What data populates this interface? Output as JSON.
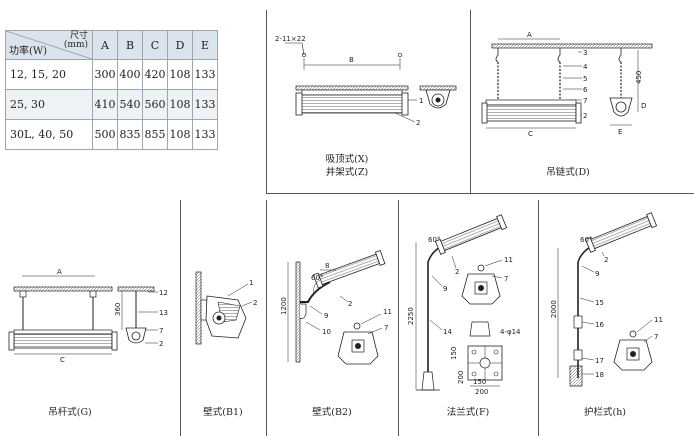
{
  "table": {
    "corner_unit": "尺寸\n(mm)",
    "corner_power": "功率(W)",
    "columns": [
      "A",
      "B",
      "C",
      "D",
      "E"
    ],
    "rows": [
      {
        "power": "12, 15, 20",
        "values": [
          "300",
          "400",
          "420",
          "108",
          "133"
        ]
      },
      {
        "power": "25, 30",
        "values": [
          "410",
          "540",
          "560",
          "108",
          "133"
        ]
      },
      {
        "power": "30L, 40, 50",
        "values": [
          "500",
          "835",
          "855",
          "108",
          "133"
        ]
      }
    ]
  },
  "captions": {
    "ceiling": "吸顶式(X)",
    "ceiling_sub": "井架式(Z)",
    "chain": "吊链式(D)",
    "rod": "吊杆式(G)",
    "wall_b1": "壁式(B1)",
    "wall_b2": "壁式(B2)",
    "flange": "法兰式(F)",
    "guardrail": "护栏式(h)"
  },
  "labels": {
    "ceiling": {
      "spec": "2-11×22",
      "B": "B",
      "n1": "1",
      "n2": "2"
    },
    "chain": {
      "A": "A",
      "C": "C",
      "E": "E",
      "D": "D",
      "h450": "450",
      "n3": "3",
      "n4": "4",
      "n5": "5",
      "n6": "6",
      "n7": "7",
      "n2": "2"
    },
    "rod": {
      "A": "A",
      "C": "C",
      "h360": "360",
      "n12": "12",
      "n13": "13",
      "n7": "7",
      "n2": "2"
    },
    "wall_b1": {
      "n1": "1",
      "n2": "2"
    },
    "wall_b2": {
      "h1200": "1200",
      "angle": "60°",
      "n8": "8",
      "n2": "2",
      "n9": "9",
      "n10": "10",
      "n11": "11",
      "n7": "7"
    },
    "flange": {
      "h2250": "2250",
      "angle": "60°",
      "n2": "2",
      "n9": "9",
      "n11": "11",
      "n7": "7",
      "n14": "14",
      "holes": "4-φ14",
      "d150a": "150",
      "d200a": "200",
      "d150b": "150",
      "d200b": "200"
    },
    "guardrail": {
      "h2000": "2000",
      "angle": "60°",
      "n2": "2",
      "n9": "9",
      "n15": "15",
      "n16": "16",
      "n11": "11",
      "n7": "7",
      "n17": "17",
      "n18": "18"
    }
  }
}
